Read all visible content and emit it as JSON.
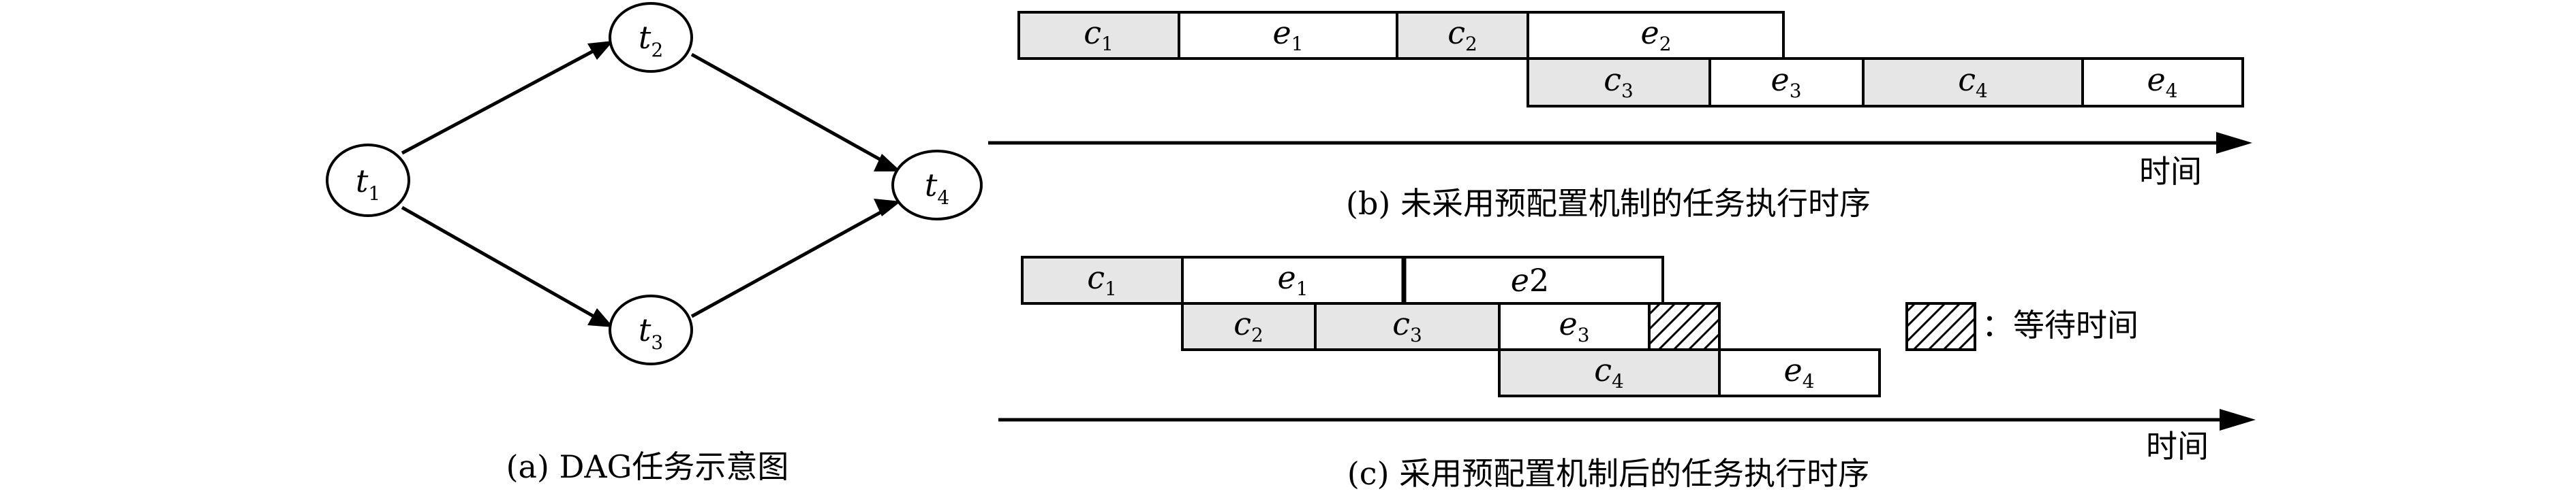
{
  "panel_a": {
    "caption": "(a) DAG任务示意图",
    "nodes": [
      {
        "id": "t1",
        "base": "t",
        "sub": "1"
      },
      {
        "id": "t2",
        "base": "t",
        "sub": "2"
      },
      {
        "id": "t3",
        "base": "t",
        "sub": "3"
      },
      {
        "id": "t4",
        "base": "t",
        "sub": "4"
      }
    ],
    "edges": [
      {
        "from": "t1",
        "to": "t2"
      },
      {
        "from": "t1",
        "to": "t3"
      },
      {
        "from": "t2",
        "to": "t4"
      },
      {
        "from": "t3",
        "to": "t4"
      }
    ]
  },
  "panel_b": {
    "caption": "(b) 未采用预配置机制的任务执行时序",
    "axis_label": "时间",
    "row1": [
      {
        "base": "c",
        "sub": "1",
        "shaded": true
      },
      {
        "base": "e",
        "sub": "1",
        "shaded": false
      },
      {
        "base": "c",
        "sub": "2",
        "shaded": true
      },
      {
        "base": "e",
        "sub": "2",
        "shaded": false
      }
    ],
    "row2": [
      {
        "base": "c",
        "sub": "3",
        "shaded": true
      },
      {
        "base": "e",
        "sub": "3",
        "shaded": false
      },
      {
        "base": "c",
        "sub": "4",
        "shaded": true
      },
      {
        "base": "e",
        "sub": "4",
        "shaded": false
      }
    ]
  },
  "panel_c": {
    "caption": "(c) 采用预配置机制后的任务执行时序",
    "axis_label": "时间",
    "row1": [
      {
        "base": "c",
        "sub": "1",
        "shaded": true
      },
      {
        "base": "e",
        "sub": "1",
        "shaded": false
      },
      {
        "base": "e",
        "sub": "",
        "tail": "2",
        "shaded": false
      }
    ],
    "row2": [
      {
        "base": "c",
        "sub": "2",
        "shaded": true
      },
      {
        "base": "c",
        "sub": "3",
        "shaded": true
      },
      {
        "base": "e",
        "sub": "3",
        "shaded": false
      },
      {
        "base": "",
        "sub": "",
        "hatched": true
      }
    ],
    "row3": [
      {
        "base": "c",
        "sub": "4",
        "shaded": true
      },
      {
        "base": "e",
        "sub": "4",
        "shaded": false
      }
    ],
    "legend": {
      "symbol": "hatched-box",
      "text": "：等待时间"
    }
  },
  "colors": {
    "shaded_fill": "#e6e6e6",
    "stroke": "#000000",
    "background": "#ffffff"
  }
}
